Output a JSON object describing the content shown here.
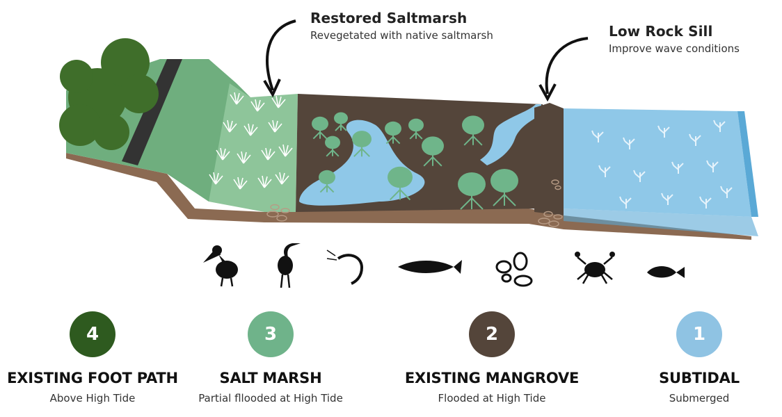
{
  "callouts": {
    "restored_saltmarsh": {
      "title": "Restored Saltmarsh",
      "subtitle": "Revegetated with native saltmarsh"
    },
    "low_rock_sill": {
      "title": "Low Rock Sill",
      "subtitle": "Improve wave conditions"
    }
  },
  "zones": [
    {
      "number": "4",
      "name": "EXISTING FOOT PATH",
      "description": "Above High Tide",
      "color": "#2e5a1f"
    },
    {
      "number": "3",
      "name": "SALT MARSH",
      "description": "Partial fllooded at High Tide",
      "color": "#6fb38a"
    },
    {
      "number": "2",
      "name": "EXISTING MANGROVE",
      "description": "Flooded at High Tide",
      "color": "#54453a"
    },
    {
      "number": "1",
      "name": "SUBTIDAL",
      "description": "Submerged",
      "color": "#8fc3e3"
    }
  ],
  "colors": {
    "soil": "#8b6a52",
    "mud": "#54453a",
    "grass": "#6fae7e",
    "marsh": "#8ec59a",
    "water": "#8fc8e8",
    "water_deep": "#5aa9d6",
    "tree": "#3f6e2a",
    "mangrove": "#6fb58a",
    "path": "#333333"
  },
  "wildlife_icons": [
    "pelican-icon",
    "heron-icon",
    "shrimp-icon",
    "trout-icon",
    "oyster-icon",
    "crab-icon",
    "grouper-icon"
  ]
}
